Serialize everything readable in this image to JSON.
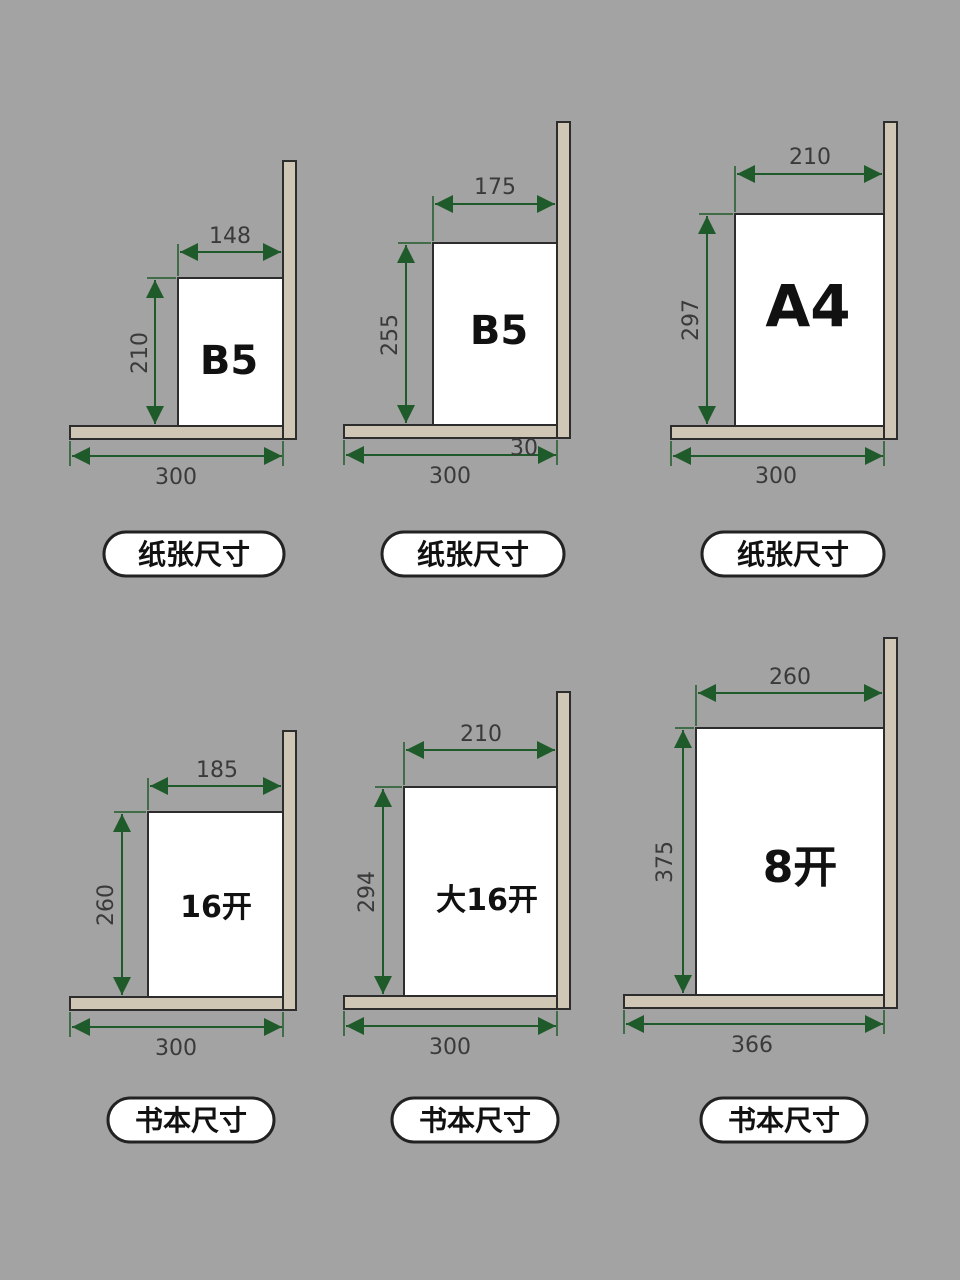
{
  "colors": {
    "background": "#a3a3a3",
    "shelf_fill": "#cfc6b6",
    "shelf_stroke": "#2d2d2d",
    "paper_fill": "#ffffff",
    "dimension_line": "#1f5a2a"
  },
  "panels": [
    {
      "paper_label": "B5",
      "width": "148",
      "height": "210",
      "depth": "300",
      "caption": "纸张尺寸"
    },
    {
      "paper_label": "B5",
      "width": "175",
      "height": "255",
      "depth": "300",
      "extra": "30",
      "caption": "纸张尺寸"
    },
    {
      "paper_label": "A4",
      "width": "210",
      "height": "297",
      "depth": "300",
      "caption": "纸张尺寸"
    },
    {
      "paper_label": "16开",
      "width": "185",
      "height": "260",
      "depth": "300",
      "caption": "书本尺寸"
    },
    {
      "paper_label": "大16开",
      "width": "210",
      "height": "294",
      "depth": "300",
      "caption": "书本尺寸"
    },
    {
      "paper_label": "8开",
      "width": "260",
      "height": "375",
      "depth": "366",
      "caption": "书本尺寸"
    }
  ]
}
